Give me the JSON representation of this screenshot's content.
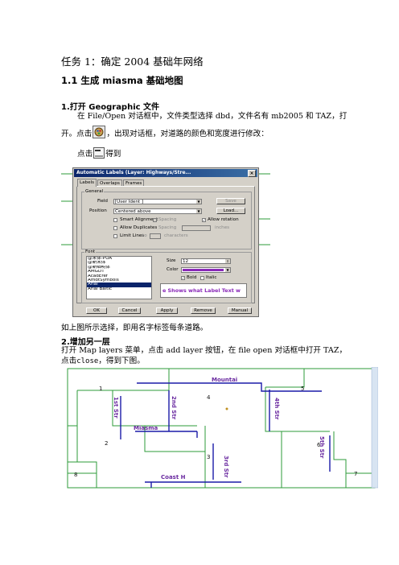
{
  "task_title": "任务 1：确定 2004 基础年网络",
  "section_heading": "1.1 生成 miasma 基础地图",
  "sub1": {
    "heading": "1.打开 Geographic 文件",
    "para1_line1": "在 File/Open 对话框中，文件类型选择 dbd，文件名有 mb2005 和 TAZ，打",
    "para1_line2_a": "开。点击",
    "para1_line2_b": "，出现对话框，对道路的颜色和宽度进行修改：",
    "para2_a": "点击",
    "para2_b": "得到"
  },
  "dialog": {
    "title": "Automatic Labels (Layer: Highways/Stre...",
    "close": "×",
    "tabs": [
      "Labels",
      "Overlaps",
      "Frames"
    ],
    "general_label": "General",
    "field_label": "Field",
    "field_value": "[User Ident ]",
    "position_label": "Position",
    "position_value": "Centered above",
    "save_btn": "Save",
    "load_btn": "Load...",
    "smart_alignment": "Smart Alignment",
    "spacing": "Spacing",
    "allow_rotation": "Allow rotation",
    "allow_duplicates": "Allow Duplicates",
    "spacing2": "Spacing",
    "inches": "inches",
    "limit_lines": "Limit Lines",
    "to": "to",
    "characters": "characters",
    "font_label": "Font",
    "fonts": [
      "@宋体-PUA",
      "@新宋体",
      "@新细明体",
      "AMGDT",
      "AcadEref",
      "AmdtSymbols",
      "Arial",
      "Arial Baltic"
    ],
    "size_label": "Size",
    "size_value": "12",
    "color_label": "Color",
    "bold": "Bold",
    "italic": "Italic",
    "preview": "e Shows what Label Text w",
    "buttons": [
      "OK",
      "Cancel",
      "Apply",
      "Remove",
      "Manual"
    ]
  },
  "para_after_dialog": "如上图所示选择，即用名字标签每条道路。",
  "sub2": {
    "heading": "2.增加另一层",
    "para_line1": "打开 Map layers 菜单，点击 add layer 按钮，在 file open 对话框中打开 TAZ，",
    "para_line2_a": "点击",
    "para_line2_code": "close",
    "para_line2_b": "，得到下图。"
  },
  "map": {
    "streets": [
      "Mountai",
      "Miasma",
      "Coast H",
      "1st Str",
      "2nd Str",
      "3rd Str",
      "4th Str",
      "5th Str"
    ],
    "zones": [
      "1",
      "2",
      "3",
      "4",
      "5",
      "6",
      "7",
      "8"
    ],
    "colors": {
      "zone_border": "#2e9b3a",
      "street": "#1a1aa8",
      "label": "#6a2aa0",
      "number": "#111111"
    }
  }
}
